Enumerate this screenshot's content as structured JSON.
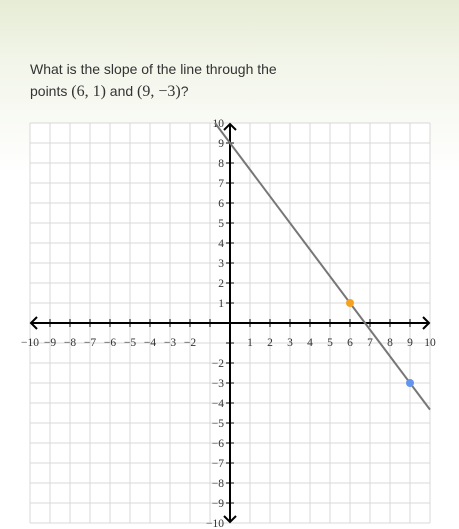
{
  "question": {
    "line1": "What is the slope of the line through the",
    "prefix": "points ",
    "point_a": "(6, 1)",
    "joiner": " and ",
    "point_b": "(9, −3)",
    "suffix": "?"
  },
  "chart_data": {
    "type": "line",
    "title": "",
    "xlabel": "",
    "ylabel": "",
    "xlim": [
      -10,
      10
    ],
    "ylim": [
      -10,
      10
    ],
    "grid": true,
    "x_ticks": [
      -10,
      -9,
      -8,
      -7,
      -6,
      -5,
      -4,
      -3,
      -2,
      1,
      2,
      3,
      4,
      5,
      6,
      7,
      8,
      9,
      10
    ],
    "y_ticks": [
      -10,
      -9,
      -8,
      -7,
      -6,
      -5,
      -4,
      -3,
      -2,
      1,
      2,
      3,
      4,
      5,
      6,
      7,
      8,
      9,
      10
    ],
    "line": {
      "slope": -1.3333,
      "intercept": 9,
      "color": "#777777"
    },
    "points": [
      {
        "x": 6,
        "y": 1,
        "color": "#f6a221"
      },
      {
        "x": 9,
        "y": -3,
        "color": "#6495ed"
      }
    ]
  }
}
